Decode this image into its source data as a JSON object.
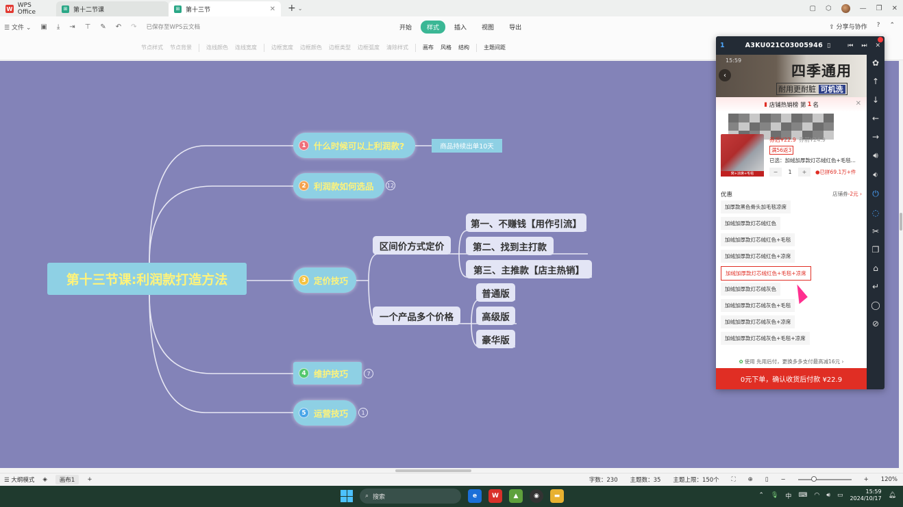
{
  "titlebar": {
    "home_label": "WPS Office",
    "tabs": [
      {
        "label": "第十二节课"
      },
      {
        "label": "第十三节"
      }
    ]
  },
  "menubar": {
    "file_label": "文件",
    "saved_label": "已保存至WPS云文档",
    "tabs": [
      {
        "label": "开始"
      },
      {
        "label": "样式"
      },
      {
        "label": "插入"
      },
      {
        "label": "视图"
      },
      {
        "label": "导出"
      }
    ],
    "share_label": "分享与协作"
  },
  "toolbar": {
    "items": [
      "节点样式",
      "节点背景",
      "连线颜色",
      "连线宽度",
      "边框宽度",
      "边框颜色",
      "边框类型",
      "边框弧度",
      "清除样式",
      "画布",
      "风格",
      "结构",
      "主题间距"
    ]
  },
  "mindmap": {
    "central": "第十三节课:利润款打造方法",
    "branches": [
      {
        "num": "1",
        "label": "什么时候可以上利润款?",
        "color": "#ee6f7a",
        "count": ""
      },
      {
        "num": "2",
        "label": "利润款如何选品",
        "color": "#f3a24e",
        "count": "12"
      },
      {
        "num": "3",
        "label": "定价技巧",
        "color": "#f3c242",
        "count": ""
      },
      {
        "num": "4",
        "label": "维护技巧",
        "color": "#52c76e",
        "count": "7"
      },
      {
        "num": "5",
        "label": "运营技巧",
        "color": "#4aa6e8",
        "count": "1"
      }
    ],
    "note": "商品持续出单10天",
    "sub_pricing": [
      "区间价方式定价",
      "一个产品多个价格"
    ],
    "sub_interval": [
      "第一、不赚钱【用作引流】",
      "第二、找到主打款",
      "第三、主推款【店主热销】"
    ],
    "sub_multi": [
      "普通版",
      "高级版",
      "豪华版"
    ]
  },
  "phone": {
    "index": "1",
    "device_id": "A3KU021C03005946",
    "time": "15:59",
    "banner_title": "四季通用",
    "banner_sub": "耐用更耐脏",
    "banner_tag": "可机洗",
    "rank_prefix": "店铺热销榜 第",
    "rank_num": "1",
    "rank_suffix": "名",
    "price_label": "券后¥22.9",
    "orig_price": "券前¥24.9",
    "tag": "满56返3",
    "selected": "已选：加绒加厚款灯芯绒红色+毛毯...",
    "qty": "1",
    "sold": "已拼69.1万+件",
    "img_caption": "窝+凉席+毛毯",
    "coupon_label": "优惠",
    "coupon_right_prefix": "店铺券",
    "coupon_right_value": "-2元 ›",
    "options": [
      "加厚款黑色骨头加毛毯凉席",
      "加绒加厚款灯芯绒红色",
      "加绒加厚款灯芯绒红色+毛毯",
      "加绒加厚款灯芯绒红色+凉席",
      "加绒加厚款灯芯绒红色+毛毯+凉席",
      "加绒加厚款灯芯绒灰色",
      "加绒加厚款灯芯绒灰色+毛毯",
      "加绒加厚款灯芯绒灰色+凉席",
      "加绒加厚款灯芯绒灰色+毛毯+凉席"
    ],
    "selected_option_index": 4,
    "pay_note": "使用 先用后付，更换多多支付最高减16元 ›",
    "cta": "0元下单，确认收货后付款 ¥22.9"
  },
  "statusbar": {
    "outline_mode": "大纲模式",
    "sheet_tab": "画布1",
    "word_count": "字数：230",
    "topic_count": "主题数：35",
    "topic_limit": "主题上限：150个",
    "zoom": "120%",
    "zoom_fraction": 0.3
  },
  "taskbar": {
    "search": "搜索",
    "lang": "中",
    "time": "15:59",
    "date": "2024/10/17"
  },
  "colors": {
    "canvas": "#8383b8",
    "node": "#8ed0e4",
    "node_text": "#fff37a",
    "accent": "#3bb795",
    "pdd_red": "#e02e24"
  }
}
